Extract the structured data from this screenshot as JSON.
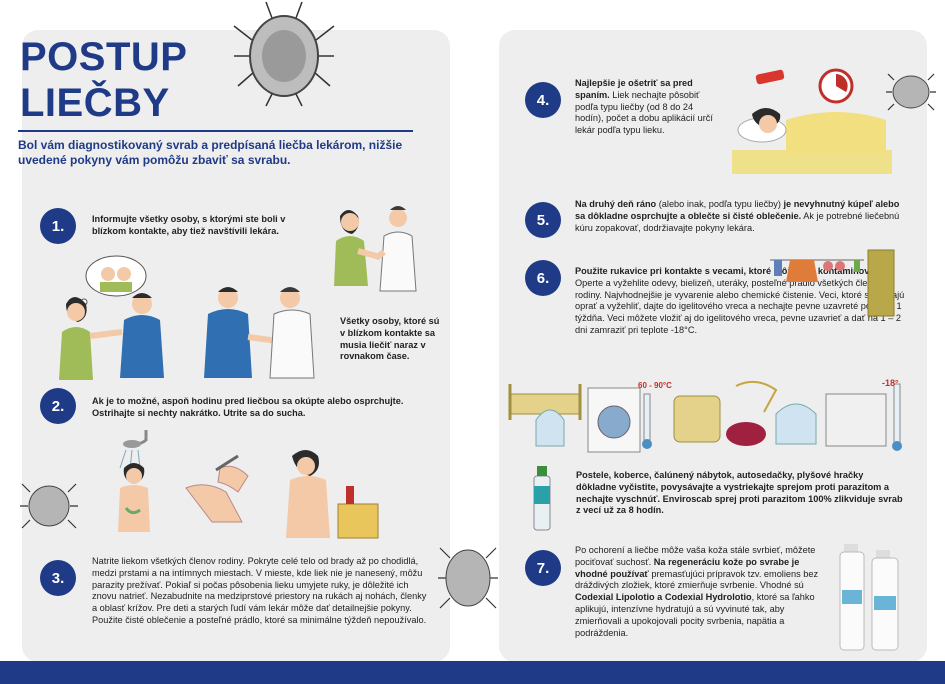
{
  "title_line1": "POSTUP",
  "title_line2": "LIEČBY",
  "intro": "Bol vám diagnostikovaný svrab a predpísaná liečba lekárom, nižšie uvedené pokyny vám pomôžu zbaviť sa svrabu.",
  "colors": {
    "brand": "#1f3a86",
    "page_bg": "#eeeeee"
  },
  "steps": {
    "s1": {
      "num": "1.",
      "text": "Informujte všetky osoby, s ktorými ste boli v blízkom kontakte, aby tiež navštívili lekára.",
      "aside": "Všetky osoby, ktoré sú v blízkom kontakte sa musia liečiť naraz v rovnakom čase."
    },
    "s2": {
      "num": "2.",
      "text": "Ak je to možné, aspoň hodinu pred liečbou sa okúpte alebo osprchujte. Ostrihajte si nechty nakrátko. Utrite sa do sucha."
    },
    "s3": {
      "num": "3.",
      "text": "Natrite liekom všetkých členov rodiny. Pokryte celé telo od brady až po chodidlá, medzi prstami a na intímnych miestach. V mieste, kde liek nie je nanesený, môžu parazity prežívať. Pokiaľ si počas pôsobenia lieku umyjete ruky, je dôležité ich znovu natrieť. Nezabudnite na medziprstové priestory na rukách aj nohách, členky a oblasť krížov. Pre deti a starých ľudí vám lekár môže dať detailnejšie pokyny. Použite čisté oblečenie a posteľné prádlo, ktoré sa minimálne týždeň nepoužívalo."
    },
    "s4": {
      "num": "4.",
      "lead": "Najlepšie je ošetriť sa pred spaním.",
      "text": "Liek nechajte pôsobiť podľa typu liečby (od 8 do 24 hodín), počet a dobu aplikácií určí lekár podľa typu lieku."
    },
    "s5": {
      "num": "5.",
      "lead": "Na druhý deň ráno",
      "mid": "(alebo inak, podľa typu liečby)",
      "lead2": "je nevyhnutný kúpeľ alebo sa dôkladne osprchujte a oblečte si čisté oblečenie.",
      "text": "Ak je potrebné liečebnú kúru zopakovať, dodržiavajte pokyny lekára."
    },
    "s6": {
      "num": "6.",
      "lead": "Použite rukavice pri kontakte s vecami, ktoré môžu byť kontaminované.",
      "text": "Operte a vyžehlite odevy, bielizeň, uteráky, posteľné prádlo všetkých členov rodiny. Najvhodnejšie je vyvarenie alebo chemické čistenie. Veci, ktoré sa nedajú oprať a vyžehliť, dajte do igelitového vreca a nechajte pevne uzavreté po dobu 1 týždňa. Veci môžete vložiť aj do igelitového vreca, pevne uzavrieť a dať na 1 – 2 dni zamraziť pri teplote -18°C.",
      "temp_hot": "60 - 90°C",
      "temp_cold": "-18°"
    },
    "spray": {
      "text": "Postele, koberce, čalúnený nábytok, autosedačky, plyšové hračky dôkladne vyčistite, povysávajte a vystriekajte sprejom proti parazitom a nechajte vyschnúť. Enviroscab sprej proti parazitom 100% zlikviduje svrab z vecí už za 8 hodín."
    },
    "s7": {
      "num": "7.",
      "text1": "Po ochorení a liečbe môže vaša koža stále svrbieť, môžete pociťovať suchosť.",
      "lead": "Na regeneráciu kože po svrabe je vhodné používať",
      "text2": "premasťujúci prípravok tzv. emoliens bez dráždivých zložiek, ktoré zmierňuje svrbenie. Vhodné sú",
      "product": "Codexial Lipolotio a Codexial Hydrolotio",
      "text3": ", ktoré sa ľahko aplikujú, intenzívne hydratujú a sú vyvinuté tak, aby zmierňovali a upokojovali pocity svrbenia, napätia a podráždenia."
    }
  }
}
